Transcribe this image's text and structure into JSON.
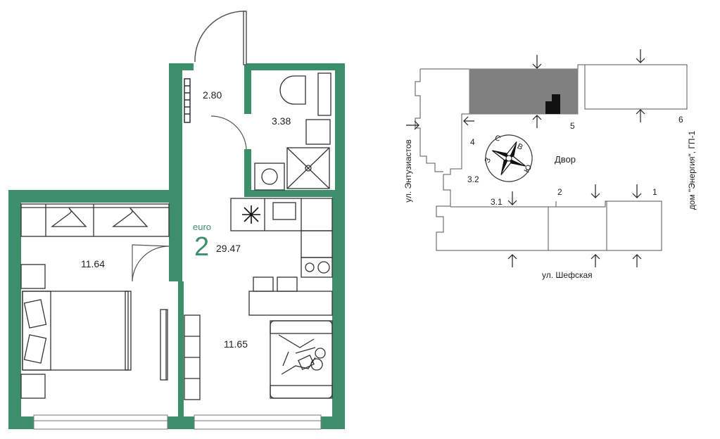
{
  "plan": {
    "type_label": "euro",
    "rooms_count": "2",
    "total_area": "29.47",
    "rooms": {
      "hall": "2.80",
      "bathroom": "3.38",
      "bedroom": "11.64",
      "kitchen_living": "11.65"
    }
  },
  "site_plan": {
    "courtyard": "Двор",
    "street_bottom": "ул. Шефская",
    "street_left": "ул. Энтузиастов",
    "building_right": "дом \"Энергия\", ГП-1",
    "section_labels": [
      "1",
      "2",
      "3.1",
      "3.2",
      "4",
      "5",
      "6"
    ],
    "compass": {
      "n": "С",
      "e": "В",
      "s": "Ю",
      "w": "З"
    }
  },
  "colors": {
    "wall": "#3d8f6c",
    "accent_text": "#3d8f6c",
    "building_highlight": "#808080",
    "line": "#555555"
  }
}
